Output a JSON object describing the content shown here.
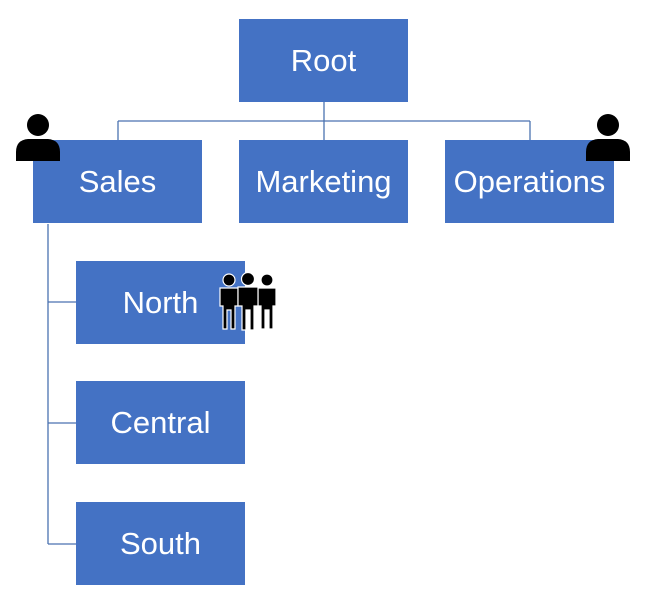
{
  "diagram": {
    "root": {
      "label": "Root"
    },
    "departments": [
      {
        "label": "Sales",
        "icon": "person-icon"
      },
      {
        "label": "Marketing"
      },
      {
        "label": "Operations",
        "icon": "person-icon"
      }
    ],
    "regions": [
      {
        "label": "North",
        "icon": "group-icon"
      },
      {
        "label": "Central"
      },
      {
        "label": "South"
      }
    ],
    "colors": {
      "box": "#4472C4",
      "line": "#4A72B0",
      "text": "#FFFFFF",
      "icon": "#000000"
    }
  }
}
